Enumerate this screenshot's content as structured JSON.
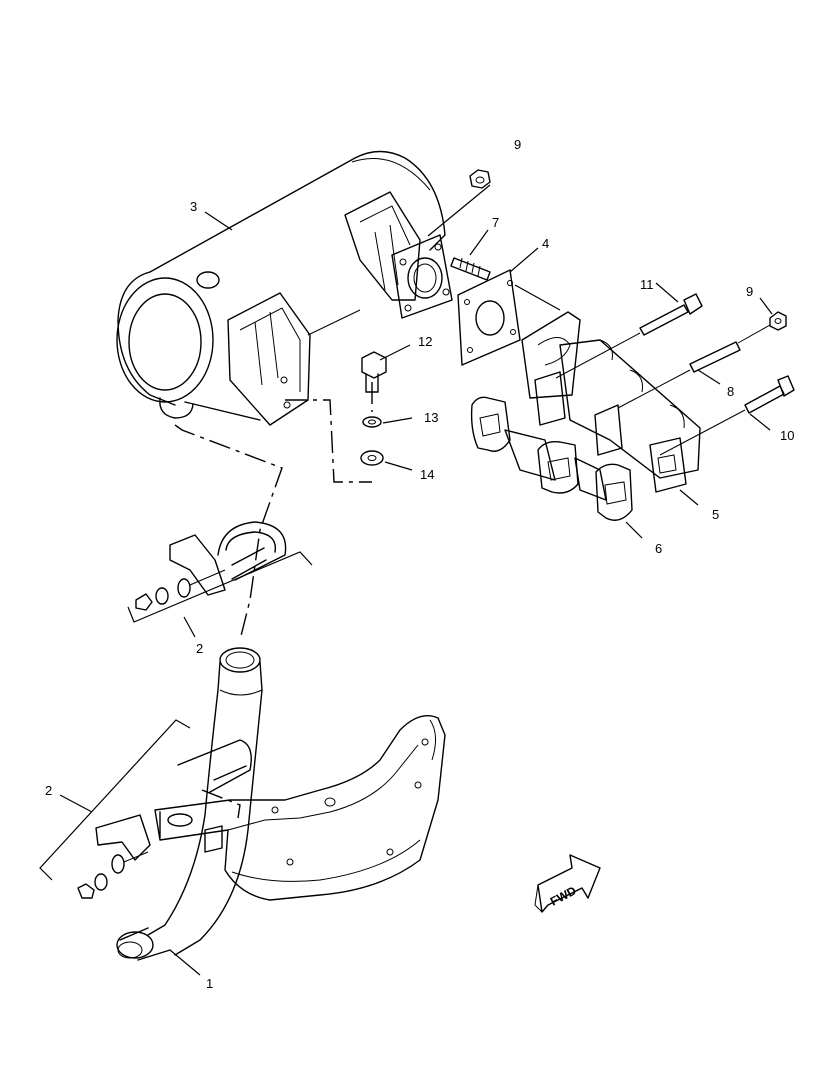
{
  "callouts": {
    "c9a": "9",
    "c3": "3",
    "c7": "7",
    "c4": "4",
    "c11": "11",
    "c9b": "9",
    "c12": "12",
    "c8": "8",
    "c13": "13",
    "c10": "10",
    "c14": "14",
    "c5": "5",
    "c6": "6",
    "c2a": "2",
    "c2b": "2",
    "c1": "1"
  },
  "fwd_label": "FWD"
}
